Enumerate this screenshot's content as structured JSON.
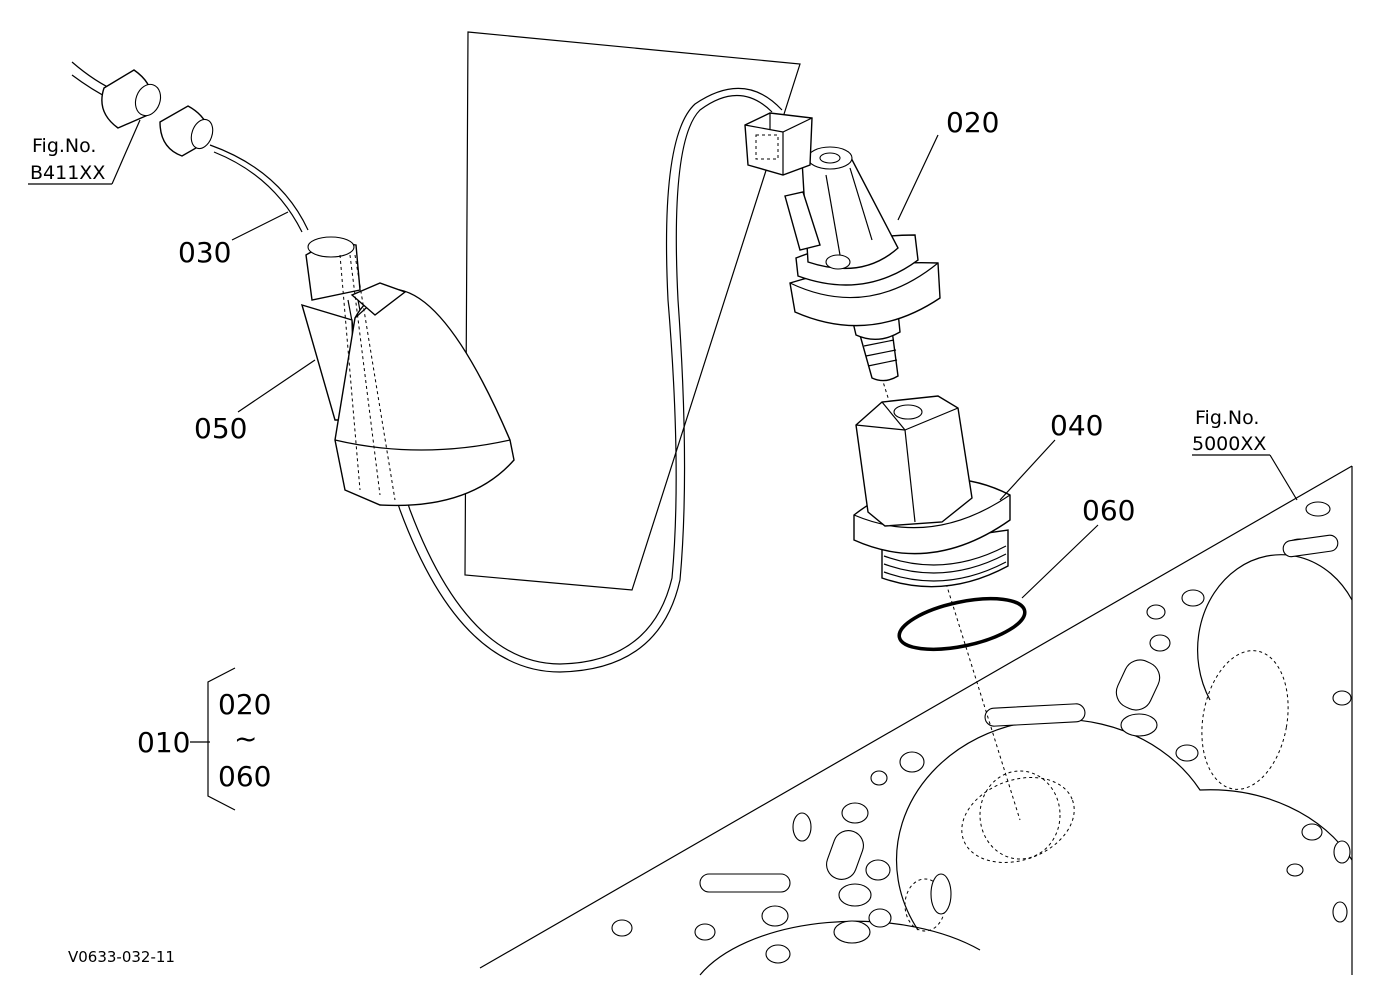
{
  "figure_refs": [
    {
      "label": "Fig.No.",
      "number": "B411XX"
    },
    {
      "label": "Fig.No.",
      "number": "5000XX"
    }
  ],
  "callouts": {
    "p020": "020",
    "p030": "030",
    "p040": "040",
    "p050": "050",
    "p060": "060"
  },
  "assembly": {
    "parent": "010",
    "range_start": "020",
    "range_sep": "~",
    "range_end": "060"
  },
  "drawing_code": "V0633-032-11",
  "icons": [
    "pressure-switch",
    "adapter",
    "o-ring",
    "boot",
    "wire-lead",
    "cylinder-head"
  ]
}
